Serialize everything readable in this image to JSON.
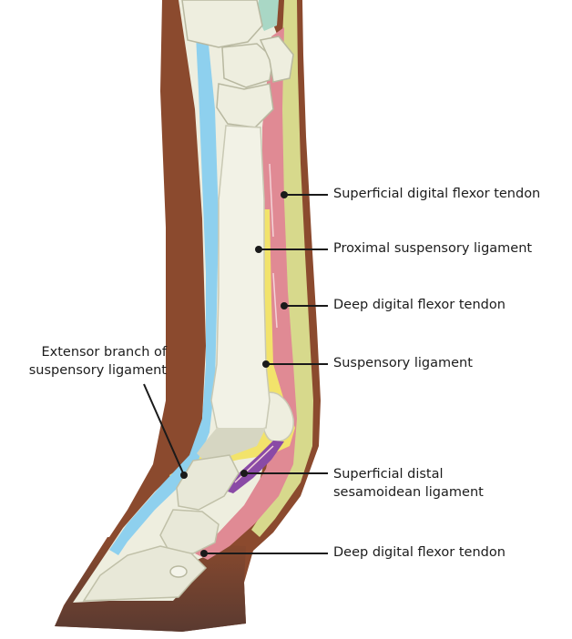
{
  "diagram": {
    "labels": {
      "superficial_digital_flexor_tendon": "Superficial digital flexor tendon",
      "proximal_suspensory_ligament": "Proximal suspensory ligament",
      "deep_digital_flexor_tendon_upper": "Deep digital flexor tendon",
      "suspensory_ligament": "Suspensory ligament",
      "superficial_distal_sesamoidean_ligament": [
        "Superficial distal",
        "sesamoidean ligament"
      ],
      "deep_digital_flexor_tendon_lower": "Deep digital flexor tendon",
      "extensor_branch_of_suspensory_ligament": [
        "Extensor branch of",
        "suspensory ligament"
      ]
    },
    "colors": {
      "skin": "#8b4a2e",
      "hoof": "#6e3f2e",
      "bone": "#eeeedf",
      "bone_shadow": "#c9c9b4",
      "extensor_tendon": "#8ed0ee",
      "superficial_flexor": "#d7d98c",
      "deep_flexor": "#e08a94",
      "suspensory": "#f2e36b",
      "sesamoidean": "#8a4aa6",
      "cartilage": "#a9d7c5",
      "leader_line": "#1a1a1a"
    }
  }
}
